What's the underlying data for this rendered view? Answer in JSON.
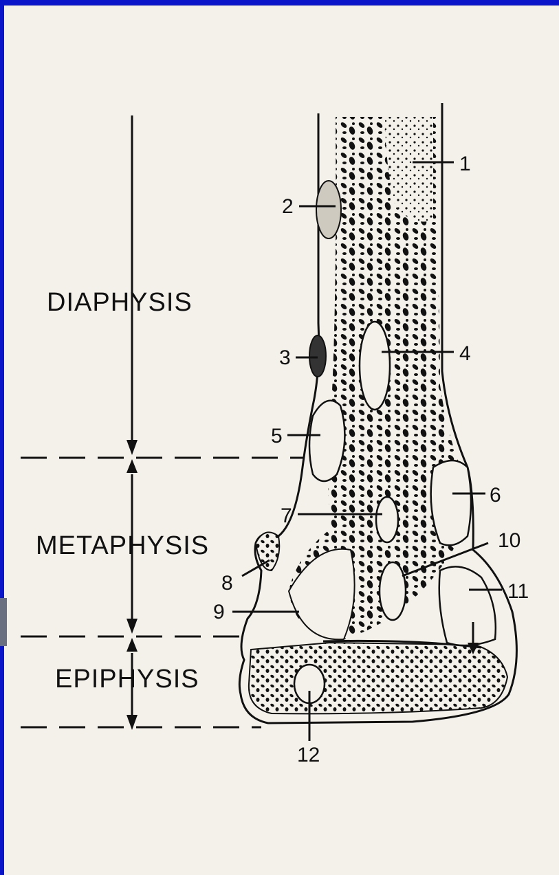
{
  "regions": {
    "diaphysis": "DIAPHYSIS",
    "metaphysis": "METAPHYSIS",
    "epiphysis": "EPIPHYSIS"
  },
  "labels": [
    "1",
    "2",
    "3",
    "4",
    "5",
    "6",
    "7",
    "8",
    "9",
    "10",
    "11",
    "12"
  ],
  "colors": {
    "frame": "#0a14c8",
    "paper": "#f3f1ea",
    "ink": "#111111"
  }
}
